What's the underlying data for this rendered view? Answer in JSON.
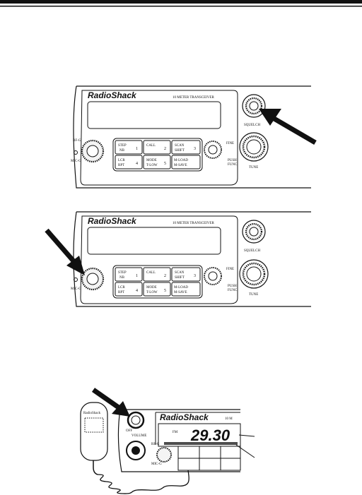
{
  "radio": {
    "brand": "RadioShack",
    "model_text": "10 METER TRANSCEIVER",
    "labels": {
      "squelch": "SQUELCH",
      "fine": "FINE",
      "tune": "TUNE",
      "push_func_1": "PUSH",
      "push_func_2": "FUNC",
      "rf_g": "RF-G",
      "mic_g": "MIC-G"
    },
    "buttons": [
      {
        "line1": "STEP",
        "line2": "NB",
        "num": "1"
      },
      {
        "line1": "CALL",
        "line2": "",
        "num": "2"
      },
      {
        "line1": "SCAN",
        "line2": "SHIFT",
        "num": "3"
      },
      {
        "line1": "LCR",
        "line2": "RPT",
        "num": "4"
      },
      {
        "line1": "MODE",
        "line2": "T-LOW",
        "num": "5"
      },
      {
        "line1": "M-LOAD",
        "line2": "M-SAVE",
        "num": ""
      }
    ]
  },
  "figure3": {
    "brand": "RadioShack",
    "model_short": "10 M",
    "volume_label": "VOLUME",
    "off_label": "OFF",
    "mode_label": "FM",
    "frequency": "29.30",
    "rf_g": "RF-G",
    "mic_g": "MIC-G",
    "mic_brand": "RadioShack"
  },
  "colors": {
    "ink": "#111111",
    "paper": "#ffffff"
  }
}
